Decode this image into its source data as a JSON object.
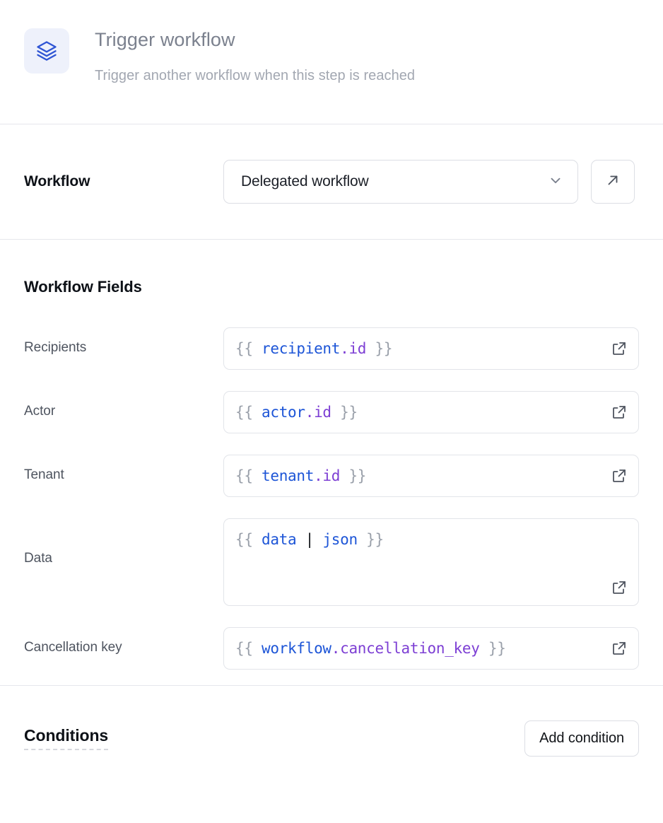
{
  "header": {
    "icon": "layers-icon",
    "icon_color": "#2f55d4",
    "icon_bg": "#eef1fb",
    "title": "Trigger workflow",
    "subtitle": "Trigger another workflow when this step is reached"
  },
  "workflow_section": {
    "label": "Workflow",
    "select": {
      "value": "Delegated workflow",
      "chevron_icon": "chevron-down-icon"
    },
    "open_button": {
      "icon": "arrow-up-right-icon"
    }
  },
  "fields_section": {
    "heading": "Workflow Fields",
    "fields": [
      {
        "label": "Recipients",
        "value": "{{ recipient.id }}",
        "tokens": [
          {
            "text": "{{ ",
            "type": "brace"
          },
          {
            "text": "recipient",
            "type": "root"
          },
          {
            "text": ".id",
            "type": "prop"
          },
          {
            "text": " }}",
            "type": "brace"
          }
        ],
        "multiline": false,
        "expand_icon": "external-link-icon"
      },
      {
        "label": "Actor",
        "value": "{{ actor.id }}",
        "tokens": [
          {
            "text": "{{ ",
            "type": "brace"
          },
          {
            "text": "actor",
            "type": "root"
          },
          {
            "text": ".id",
            "type": "prop"
          },
          {
            "text": " }}",
            "type": "brace"
          }
        ],
        "multiline": false,
        "expand_icon": "external-link-icon"
      },
      {
        "label": "Tenant",
        "value": "{{ tenant.id }}",
        "tokens": [
          {
            "text": "{{ ",
            "type": "brace"
          },
          {
            "text": "tenant",
            "type": "root"
          },
          {
            "text": ".id",
            "type": "prop"
          },
          {
            "text": " }}",
            "type": "brace"
          }
        ],
        "multiline": false,
        "expand_icon": "external-link-icon"
      },
      {
        "label": "Data",
        "value": "{{ data | json }}",
        "tokens": [
          {
            "text": "{{ ",
            "type": "brace"
          },
          {
            "text": "data",
            "type": "root"
          },
          {
            "text": " ",
            "type": "brace"
          },
          {
            "text": "|",
            "type": "pipe"
          },
          {
            "text": " ",
            "type": "brace"
          },
          {
            "text": "json",
            "type": "filter"
          },
          {
            "text": " }}",
            "type": "brace"
          }
        ],
        "multiline": true,
        "expand_icon": "external-link-icon"
      },
      {
        "label": "Cancellation key",
        "value": "{{ workflow.cancellation_key }}",
        "tokens": [
          {
            "text": "{{ ",
            "type": "brace"
          },
          {
            "text": "workflow",
            "type": "root"
          },
          {
            "text": ".cancellation_key",
            "type": "prop"
          },
          {
            "text": " }}",
            "type": "brace"
          }
        ],
        "multiline": false,
        "expand_icon": "external-link-icon"
      }
    ]
  },
  "conditions_section": {
    "title": "Conditions",
    "add_button_label": "Add condition"
  },
  "colors": {
    "template_brace": "#9aa0aa",
    "template_root": "#1d55d7",
    "template_property": "#7d3fd4",
    "template_pipe": "#111418",
    "divider": "#e6e7ec",
    "border": "#dcdee4",
    "text_primary": "#0d1117",
    "text_muted": "#4e545f",
    "header_title": "#7b818e",
    "header_subtitle": "#a2a7b1"
  }
}
